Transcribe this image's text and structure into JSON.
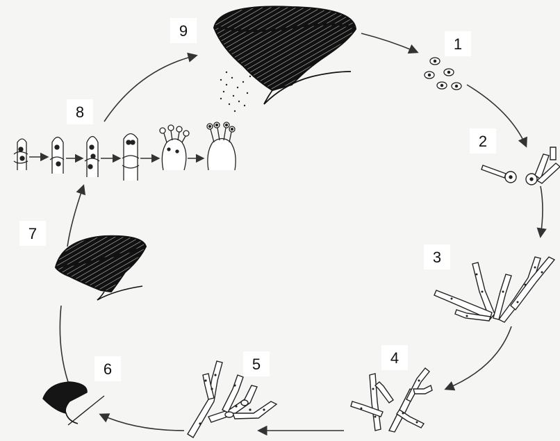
{
  "diagram": {
    "stages": [
      {
        "number": "1",
        "icon": "spores-icon"
      },
      {
        "number": "2",
        "icon": "germinating-spore-icon"
      },
      {
        "number": "3",
        "icon": "primary-hyphae-icon"
      },
      {
        "number": "4",
        "icon": "branching-mycelium-icon"
      },
      {
        "number": "5",
        "icon": "secondary-mycelium-icon"
      },
      {
        "number": "6",
        "icon": "young-fruiting-body-icon"
      },
      {
        "number": "7",
        "icon": "developing-mushroom-icon"
      },
      {
        "number": "8",
        "icon": "basidia-development-icon"
      },
      {
        "number": "9",
        "icon": "mature-mushroom-icon"
      }
    ],
    "colors": {
      "ink": "#111111",
      "fill_dark": "#1a1a1a",
      "background": "#f5f5f3"
    }
  }
}
